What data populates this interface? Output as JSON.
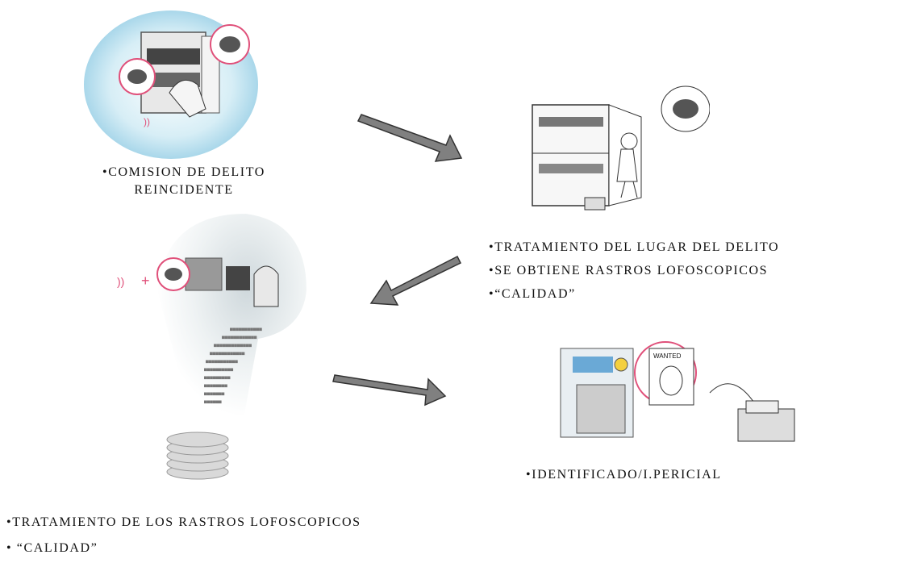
{
  "steps": {
    "crime": {
      "line1": "•COMISION DE DELITO",
      "line2": "REINCIDENTE"
    },
    "scene": {
      "items": [
        "•TRATAMIENTO DEL LUGAR DEL DELITO",
        "•SE OBTIENE RASTROS LOFOSCOPICOS",
        "•“CALIDAD”"
      ]
    },
    "identified": {
      "label": "•IDENTIFICADO/I.PERICIAL"
    },
    "analysis": {
      "items": [
        "•TRATAMIENTO DE LOS RASTROS LOFOSCOPICOS",
        "• “CALIDAD”"
      ]
    }
  },
  "illustrations": {
    "burglary": {
      "badge": "",
      "bubble": "fingerprint"
    },
    "investigator": {
      "bubble": "fingerprint"
    },
    "database_head": {
      "badge": "+"
    },
    "identification": {
      "poster": "WANTED"
    }
  },
  "colors": {
    "arrow_fill": "#808080",
    "arrow_stroke": "#333333",
    "accent_pink": "#e0507a",
    "halo_blue": "#bfe3f0"
  }
}
